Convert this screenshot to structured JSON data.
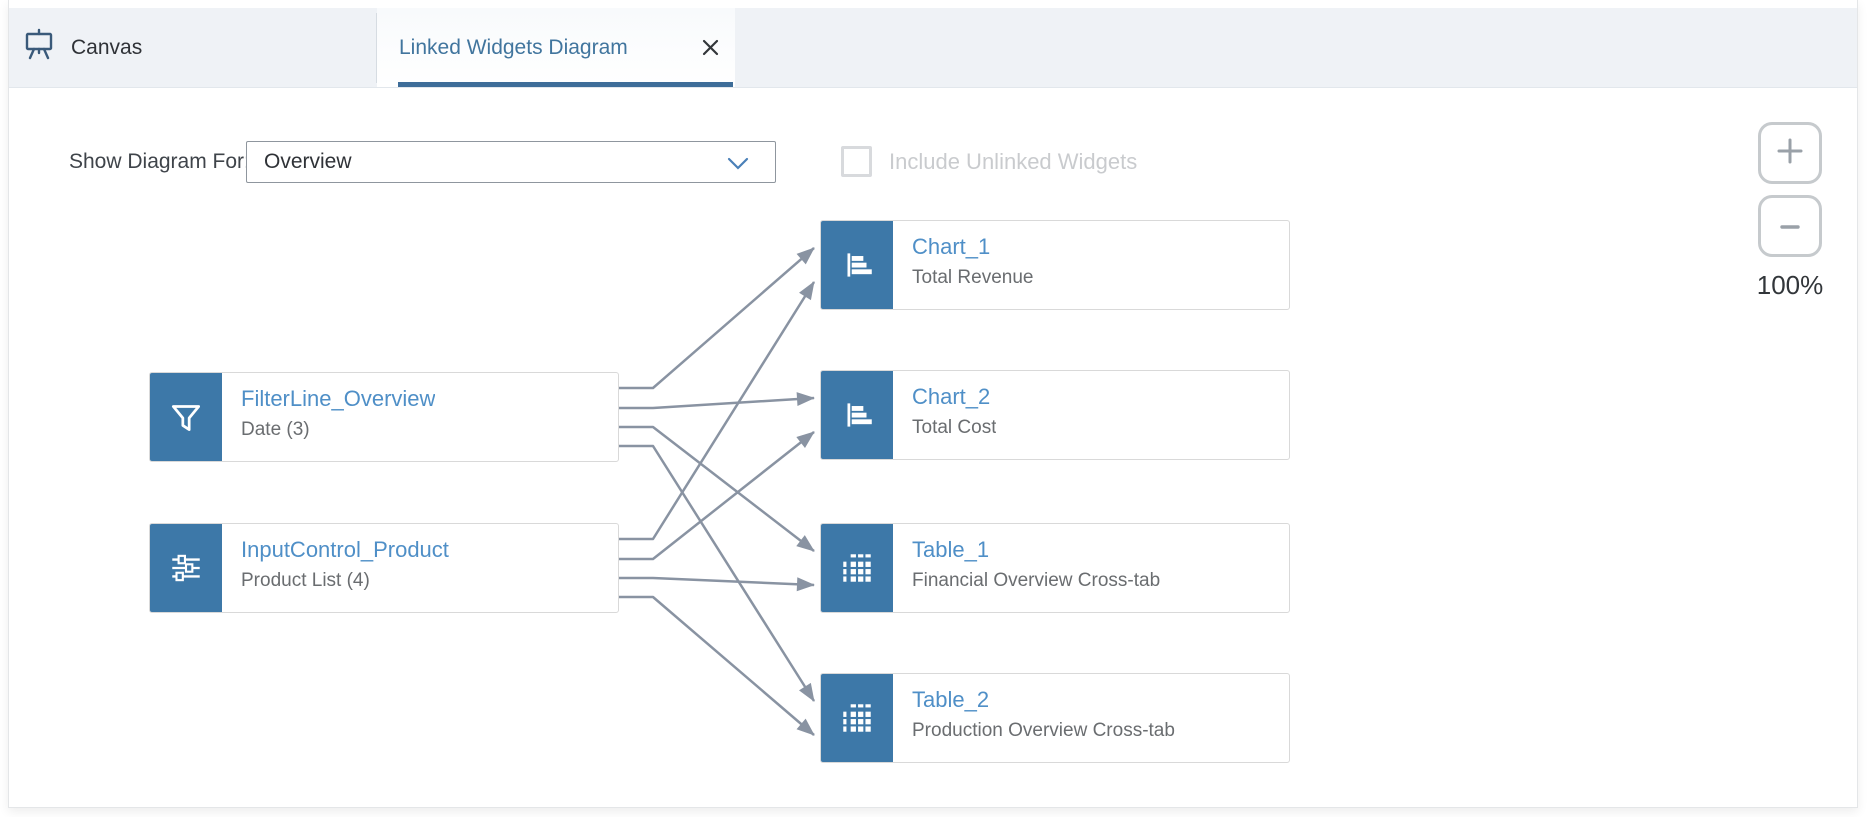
{
  "tabs": {
    "canvas": {
      "label": "Canvas",
      "icon": "easel-icon"
    },
    "diagram": {
      "label": "Linked Widgets Diagram",
      "active": true,
      "close_icon": "close-icon"
    }
  },
  "toolbar": {
    "show_diagram_label": "Show Diagram For:",
    "dropdown_value": "Overview",
    "include_unlinked_label": "Include Unlinked Widgets",
    "include_unlinked_checked": false,
    "include_unlinked_enabled": false
  },
  "zoom_controls": {
    "zoom_in_icon": "plus-icon",
    "zoom_out_icon": "minus-icon",
    "level": "100%"
  },
  "diagram": {
    "sources": [
      {
        "title": "FilterLine_Overview",
        "subtitle": "Date (3)",
        "icon": "filter-icon"
      },
      {
        "title": "InputControl_Product",
        "subtitle": "Product List (4)",
        "icon": "sliders-icon"
      }
    ],
    "targets": [
      {
        "title": "Chart_1",
        "subtitle": "Total Revenue",
        "icon": "bar-chart-icon"
      },
      {
        "title": "Chart_2",
        "subtitle": "Total Cost",
        "icon": "bar-chart-icon"
      },
      {
        "title": "Table_1",
        "subtitle": "Financial Overview Cross-tab",
        "icon": "table-icon"
      },
      {
        "title": "Table_2",
        "subtitle": "Production Overview Cross-tab",
        "icon": "table-icon"
      }
    ],
    "connections": [
      [
        "FilterLine_Overview",
        "Chart_1"
      ],
      [
        "FilterLine_Overview",
        "Chart_2"
      ],
      [
        "FilterLine_Overview",
        "Table_1"
      ],
      [
        "FilterLine_Overview",
        "Table_2"
      ],
      [
        "InputControl_Product",
        "Chart_1"
      ],
      [
        "InputControl_Product",
        "Chart_2"
      ],
      [
        "InputControl_Product",
        "Table_1"
      ],
      [
        "InputControl_Product",
        "Table_2"
      ]
    ]
  },
  "colors": {
    "node_accent_blue": "#3d78a8",
    "link_blue": "#4f8fc7",
    "tab_underline_blue": "#3e6d99",
    "connector_gray": "#8993a2",
    "tabbar_bg": "#eff2f6"
  }
}
